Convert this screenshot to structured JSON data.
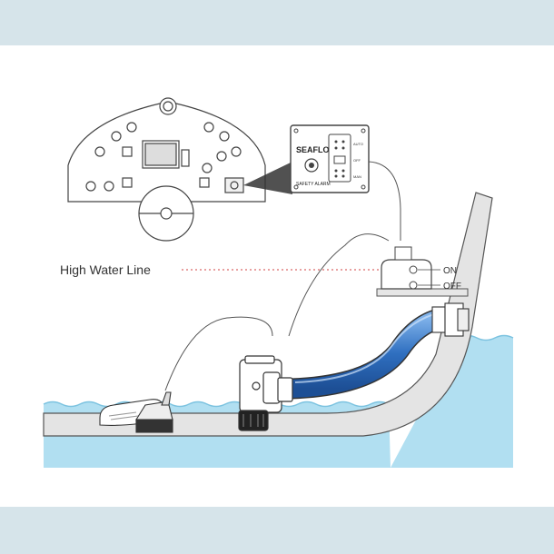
{
  "diagram": {
    "high_water_line_label": "High Water Line",
    "switch_on_label": "ON",
    "switch_off_label": "OFF",
    "panel": {
      "brand": "SEAFLO",
      "caption": "SAFETY ALARM",
      "mode_auto": "AUTO",
      "mode_off": "OFF",
      "mode_man": "MAN"
    }
  },
  "colors": {
    "water": "#a9dcf0",
    "hose": "#2f6fc0",
    "outline": "#333333",
    "band": "#d6e4ea",
    "high_water_line": "#d04040"
  }
}
